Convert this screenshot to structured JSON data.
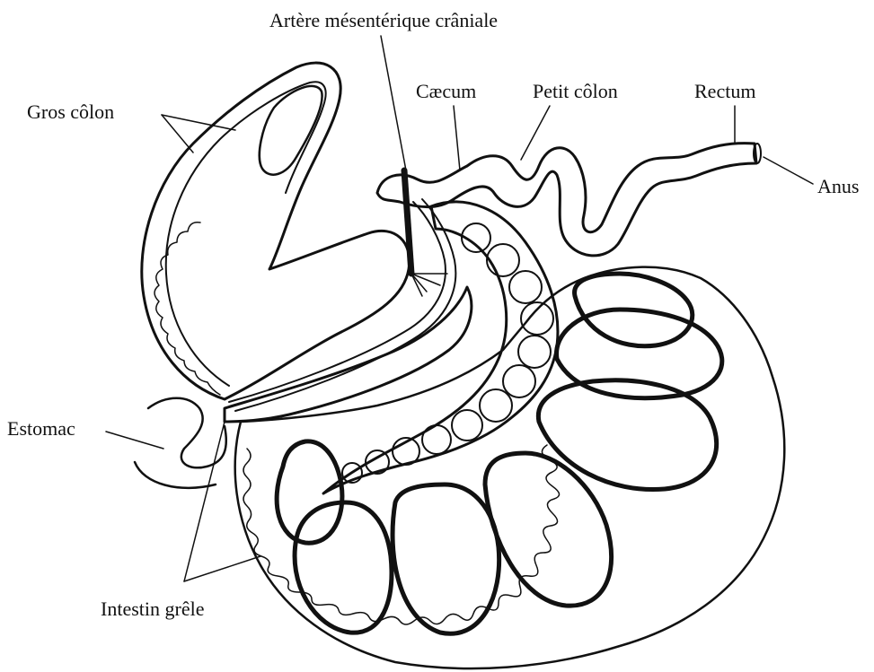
{
  "labels": {
    "artery": "Artère mésentérique crâniale",
    "colon_large": "Gros côlon",
    "cecum": "Cæcum",
    "colon_small": "Petit côlon",
    "rectum": "Rectum",
    "anus": "Anus",
    "stomach": "Estomac",
    "small_intestine": "Intestin grêle"
  }
}
